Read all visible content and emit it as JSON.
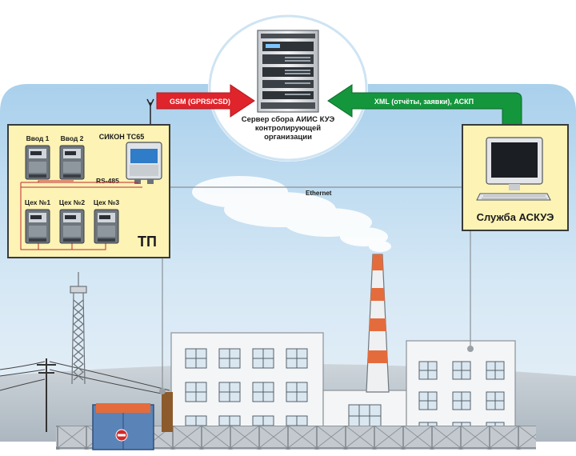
{
  "server": {
    "caption_lines": [
      "Сервер сбора АИИС КУЭ",
      "контролирующей",
      "организации"
    ]
  },
  "links": {
    "gsm": "GSM (GPRS/CSD)",
    "xml": "XML (отчёты, заявки), АСКП",
    "ethernet": "Ethernet"
  },
  "tp": {
    "title": "ТП",
    "controller": "СИКОН ТС65",
    "bus": "RS-485",
    "inputs": [
      "Ввод 1",
      "Ввод 2"
    ],
    "shops": [
      "Цех №1",
      "Цех №2",
      "Цех №3"
    ]
  },
  "askue": {
    "title": "Служба АСКУЭ"
  },
  "colors": {
    "sky": "#cfe4f3",
    "panel": "#fcf3b5",
    "panel_border": "#3a3a3a",
    "gsm_arrow": "#e0242b",
    "xml_arrow": "#14963d",
    "ground": "#bcc5cd",
    "building": "#f4f4f4",
    "chimney_stripe": "#e46c3c"
  }
}
